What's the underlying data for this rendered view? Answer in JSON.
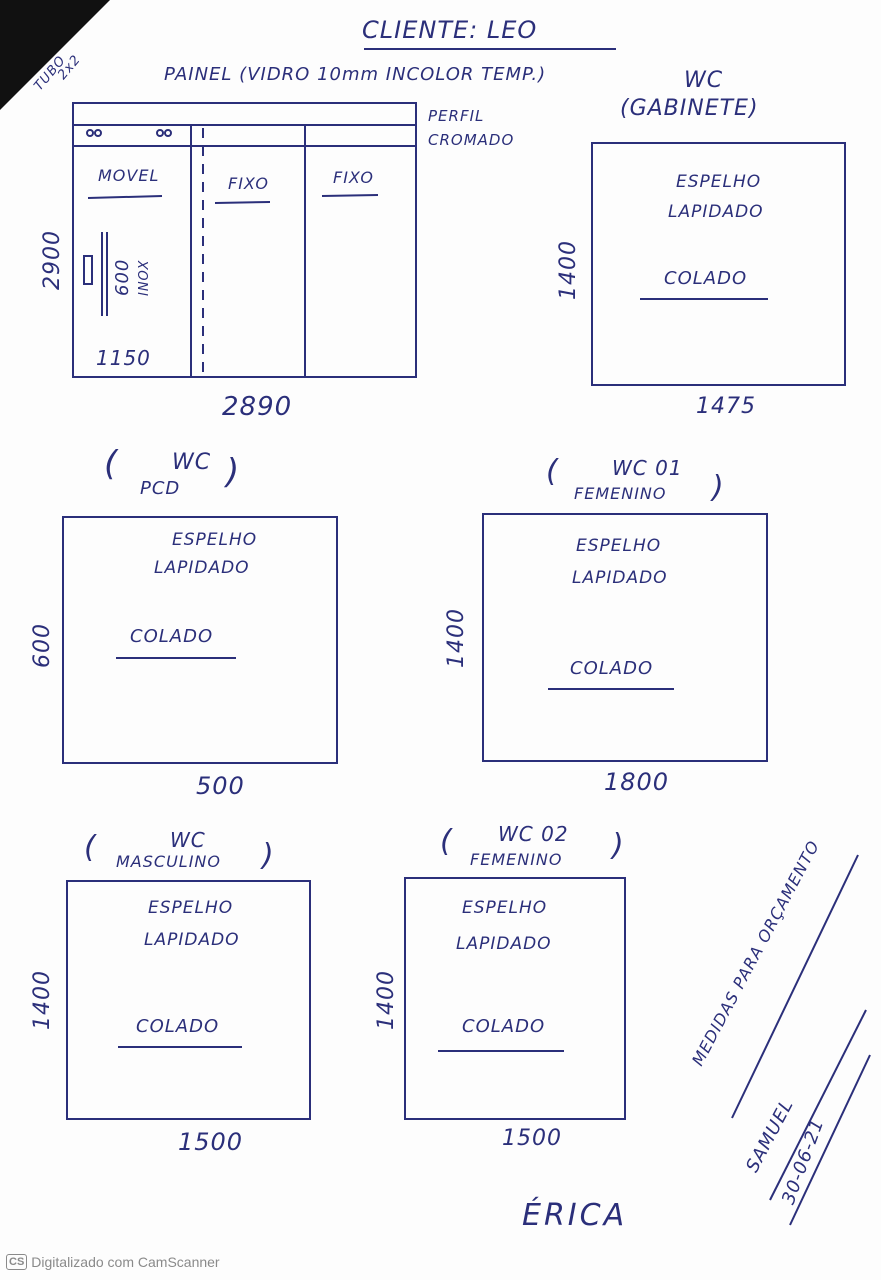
{
  "header": {
    "client": "CLIENTE: LEO"
  },
  "corner_note": {
    "line1": "TUBO",
    "line2": "2x2"
  },
  "panel": {
    "title": "PAINEL (VIDRO 10mm INCOLOR TEMP.)",
    "profile": "PERFIL CROMADO",
    "movel": "MOVEL",
    "fixo1": "FIXO",
    "fixo2": "FIXO",
    "height": "2900",
    "handle": "600",
    "handle_material": "INOX",
    "movel_width": "1150",
    "width": "2890"
  },
  "mirrors": [
    {
      "heading1": "WC",
      "heading2": "(GABINETE)",
      "line1": "ESPELHO",
      "line2": "LAPIDADO",
      "line3": "COLADO",
      "height": "1400",
      "width": "1475"
    },
    {
      "heading1": "WC",
      "heading2": "PCD",
      "line1": "ESPELHO",
      "line2": "LAPIDADO",
      "line3": "COLADO",
      "height": "600",
      "width": "500"
    },
    {
      "heading1": "WC 01",
      "heading2": "FEMENINO",
      "line1": "ESPELHO",
      "line2": "LAPIDADO",
      "line3": "COLADO",
      "height": "1400",
      "width": "1800"
    },
    {
      "heading1": "WC",
      "heading2": "MASCULINO",
      "line1": "ESPELHO",
      "line2": "LAPIDADO",
      "line3": "COLADO",
      "height": "1400",
      "width": "1500"
    },
    {
      "heading1": "WC 02",
      "heading2": "FEMENINO",
      "line1": "ESPELHO",
      "line2": "LAPIDADO",
      "line3": "COLADO",
      "height": "1400",
      "width": "1500"
    }
  ],
  "side_note": {
    "text": "MEDIDAS PARA ORÇAMENTO",
    "author": "SAMUEL",
    "date": "30-06-21"
  },
  "signature": "ÉRICA",
  "footer": {
    "logo": "CS",
    "text": "Digitalizado com CamScanner"
  }
}
